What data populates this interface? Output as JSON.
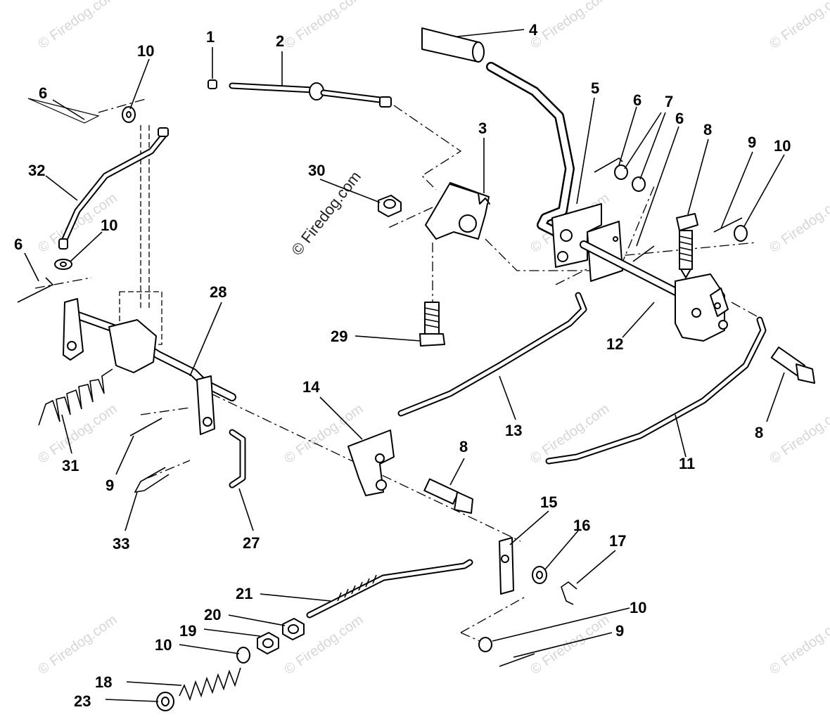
{
  "watermark": {
    "text": "© Firedog.com",
    "main_text": "© Firedog.com"
  },
  "labels": [
    {
      "id": "1",
      "text": "1"
    },
    {
      "id": "2",
      "text": "2"
    },
    {
      "id": "3",
      "text": "3"
    },
    {
      "id": "4",
      "text": "4"
    },
    {
      "id": "5",
      "text": "5"
    },
    {
      "id": "6a",
      "text": "6"
    },
    {
      "id": "6b",
      "text": "6"
    },
    {
      "id": "6c",
      "text": "6"
    },
    {
      "id": "6d",
      "text": "6"
    },
    {
      "id": "7",
      "text": "7"
    },
    {
      "id": "8a",
      "text": "8"
    },
    {
      "id": "8b",
      "text": "8"
    },
    {
      "id": "8c",
      "text": "8"
    },
    {
      "id": "9a",
      "text": "9"
    },
    {
      "id": "9b",
      "text": "9"
    },
    {
      "id": "9c",
      "text": "9"
    },
    {
      "id": "10a",
      "text": "10"
    },
    {
      "id": "10b",
      "text": "10"
    },
    {
      "id": "10c",
      "text": "10"
    },
    {
      "id": "10d",
      "text": "10"
    },
    {
      "id": "10e",
      "text": "10"
    },
    {
      "id": "11",
      "text": "11"
    },
    {
      "id": "12",
      "text": "12"
    },
    {
      "id": "13",
      "text": "13"
    },
    {
      "id": "14",
      "text": "14"
    },
    {
      "id": "15",
      "text": "15"
    },
    {
      "id": "16",
      "text": "16"
    },
    {
      "id": "17",
      "text": "17"
    },
    {
      "id": "18",
      "text": "18"
    },
    {
      "id": "19",
      "text": "19"
    },
    {
      "id": "20",
      "text": "20"
    },
    {
      "id": "21",
      "text": "21"
    },
    {
      "id": "23",
      "text": "23"
    },
    {
      "id": "27",
      "text": "27"
    },
    {
      "id": "28",
      "text": "28"
    },
    {
      "id": "29",
      "text": "29"
    },
    {
      "id": "30",
      "text": "30"
    },
    {
      "id": "31",
      "text": "31"
    },
    {
      "id": "32",
      "text": "32"
    },
    {
      "id": "33",
      "text": "33"
    }
  ]
}
